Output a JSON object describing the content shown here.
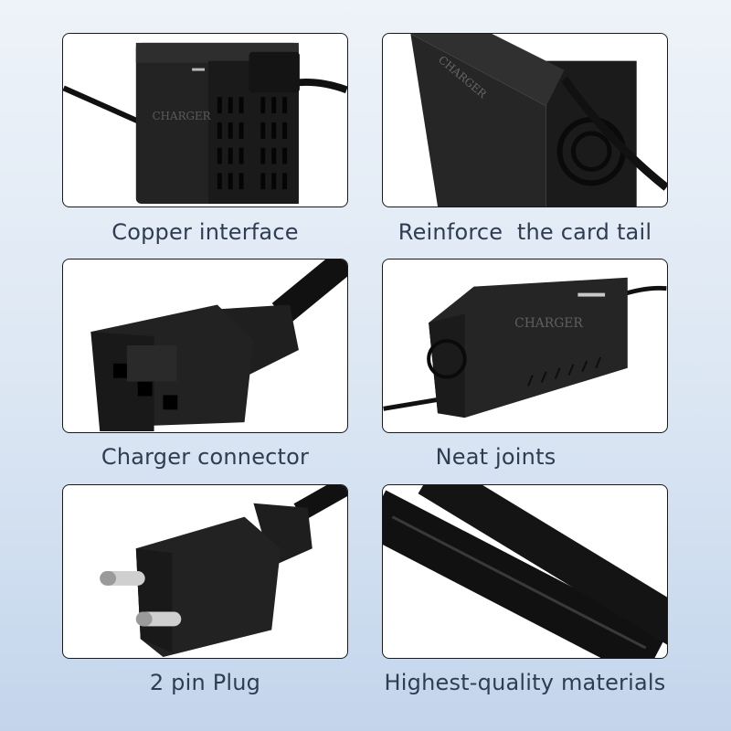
{
  "features": [
    {
      "id": "copper",
      "caption": "Copper interface",
      "engraving": "CHARGER"
    },
    {
      "id": "tail",
      "caption": "Reinforce  the card tail",
      "engraving": "CHARGER"
    },
    {
      "id": "connector",
      "caption": "Charger connector"
    },
    {
      "id": "joints",
      "caption": "Neat joints",
      "engraving": "CHARGER"
    },
    {
      "id": "plug",
      "caption": "2 pin Plug"
    },
    {
      "id": "materials",
      "caption": "Highest-quality materials"
    }
  ]
}
